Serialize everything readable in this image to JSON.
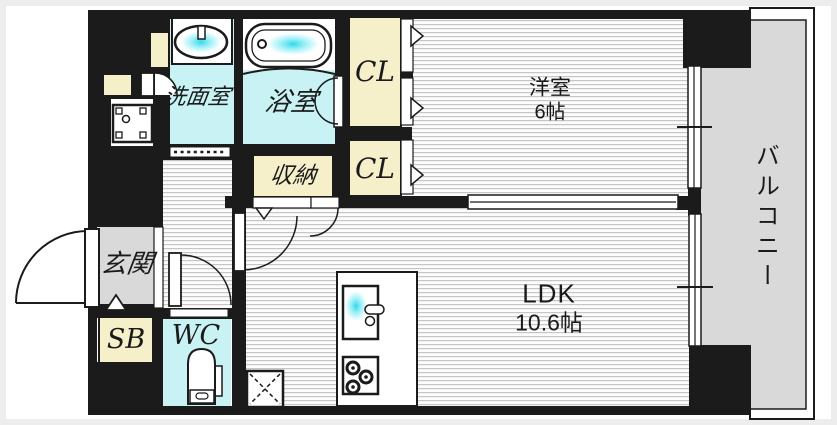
{
  "rooms": {
    "washroom": {
      "label": "洗面室"
    },
    "bathroom": {
      "label": "浴室"
    },
    "closet_top": {
      "label": "CL"
    },
    "closet_bottom": {
      "label": "CL"
    },
    "storage": {
      "label": "収納"
    },
    "western_room": {
      "label": "洋室",
      "size": "6帖"
    },
    "ldk": {
      "label": "LDK",
      "size": "10.6帖"
    },
    "entrance": {
      "label": "玄関"
    },
    "shoe_box": {
      "label": "SB"
    },
    "toilet": {
      "label": "WC"
    },
    "balcony": {
      "label": "バルコニー"
    }
  },
  "colors": {
    "wall": "#1b1b1b",
    "wet_area_floor": "#c9f2f5",
    "closet_floor": "#f5f0c9",
    "entrance_floor": "#d9d9d9",
    "balcony_floor": "#d9d9d9",
    "water_glow": "#2fd8ea"
  }
}
